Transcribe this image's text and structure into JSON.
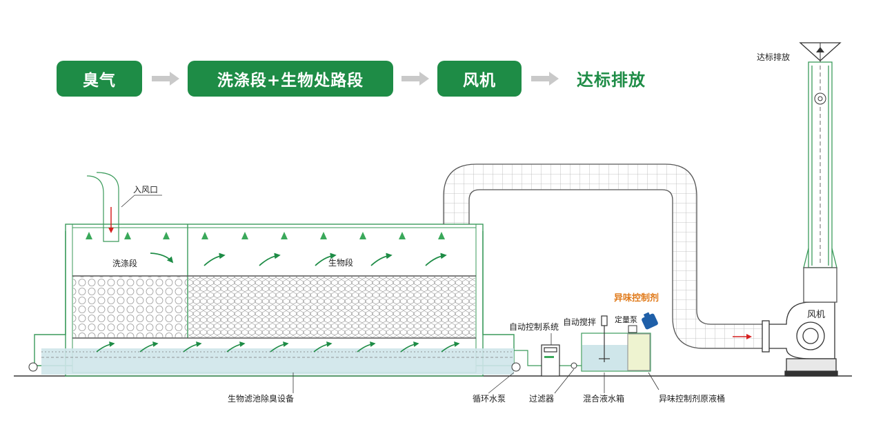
{
  "flow": {
    "step1": "臭气",
    "step2": "洗涤段+生物处路段",
    "step3": "风机",
    "step4": "达标排放"
  },
  "labels": {
    "inlet": "入风口",
    "wash_section": "洗涤段",
    "bio_section": "生物段",
    "equipment": "生物滤池除臭设备",
    "pump": "循环水泵",
    "filter": "过滤器",
    "mix_tank": "混合液水箱",
    "control_system": "自动控制系统",
    "agitator": "自动搅拌",
    "dosing_pump": "定量泵",
    "odor_agent": "异味控制剂",
    "agent_barrel": "异味控制剂原液桶",
    "fan": "风机",
    "stack_discharge": "达标排放"
  },
  "colors": {
    "brand_green": "#1e8c46",
    "line_green": "#3a9a5a",
    "water_blue": "#cfe6ea",
    "arrow_gray": "#c9c9c9",
    "odor_orange": "#e07a1a",
    "flow_red": "#d62020"
  },
  "icons": [
    "gray-arrow-icon",
    "nozzle-icon",
    "airflow-arrow-icon",
    "red-flow-arrow-icon",
    "odor-agent-bottle-icon",
    "fan-icon"
  ]
}
